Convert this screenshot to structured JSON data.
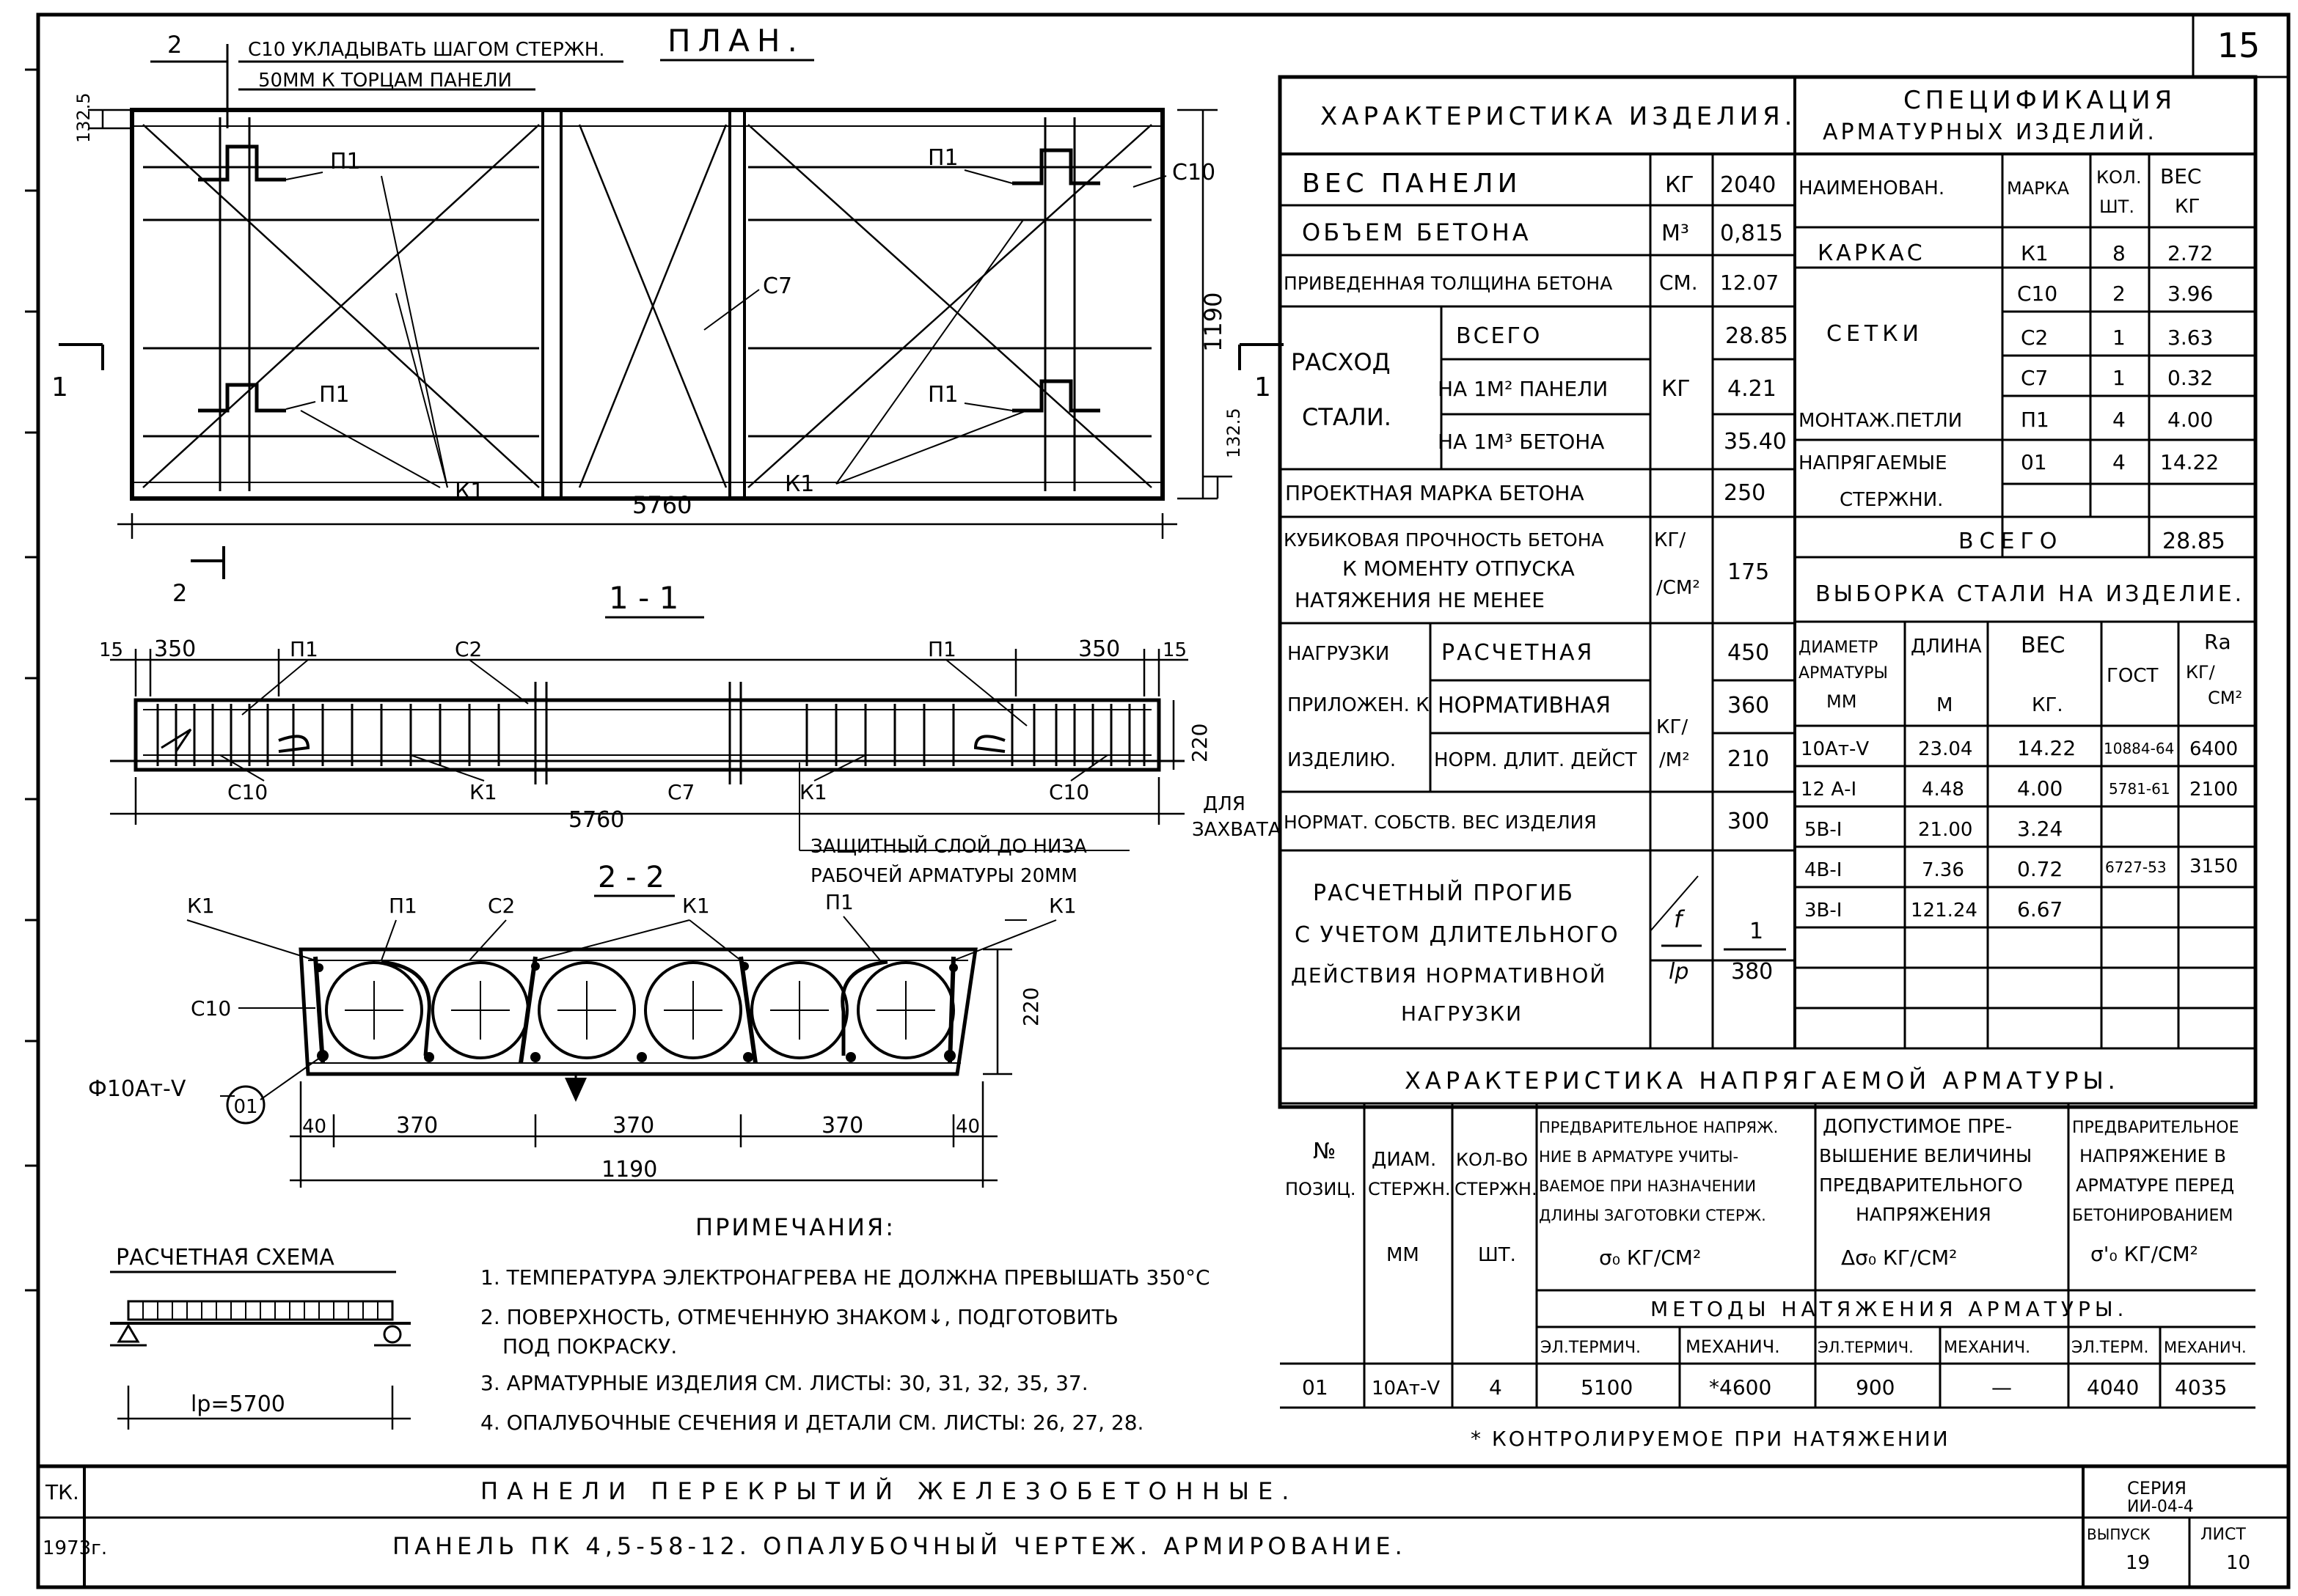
{
  "sheet_number": "15",
  "plan": {
    "title": "ПЛАН.",
    "note_line1": "С10 УКЛАДЫВАТЬ ШАГОМ СТЕРЖН.",
    "note_line2": "50ММ К ТОРЦАМ ПАНЕЛИ",
    "section2": "2",
    "section1": "1",
    "p1": "П1",
    "c10": "С10",
    "c7": "С7",
    "k1": "К1",
    "length": "5760",
    "width": "1190",
    "offset": "132.5"
  },
  "section_1_1": {
    "title": "1 - 1",
    "dims": [
      "15",
      "350",
      "350",
      "15"
    ],
    "length": "5760",
    "height": "220",
    "labels": {
      "p1": "П1",
      "c2": "С2",
      "c10": "С10",
      "k1": "К1",
      "c7": "С7"
    },
    "grip_note_1": "ДЛЯ",
    "grip_note_2": "ЗАХВАТА",
    "cover_note_1": "ЗАЩИТНЫЙ СЛОЙ ДО НИЗА",
    "cover_note_2": "РАБОЧЕЙ АРМАТУРЫ 20ММ"
  },
  "section_2_2": {
    "title": "2 - 2",
    "labels": {
      "k1": "К1",
      "p1": "П1",
      "c2": "С2",
      "c10": "С10"
    },
    "rebar": "Ф10Ат-V",
    "mark": "01",
    "dims": [
      "40",
      "370",
      "370",
      "370",
      "40"
    ],
    "total": "1190",
    "height": "220"
  },
  "calc_scheme": {
    "title": "РАСЧЕТНАЯ СХЕМА",
    "span": "lр=5700"
  },
  "notes": {
    "title": "ПРИМЕЧАНИЯ:",
    "items": [
      "1. ТЕМПЕРАТУРА ЭЛЕКТРОНАГРЕВА НЕ ДОЛЖНА ПРЕВЫШАТЬ 350°С",
      "2. ПОВЕРХНОСТЬ, ОТМЕЧЕННУЮ ЗНАКОМ↓, ПОДГОТОВИТЬ",
      "ПОД ПОКРАСКУ.",
      "3. АРМАТУРНЫЕ ИЗДЕЛИЯ СМ. ЛИСТЫ: 30, 31, 32, 35, 37.",
      "4. ОПАЛУБОЧНЫЕ СЕЧЕНИЯ И ДЕТАЛИ СМ. ЛИСТЫ: 26, 27, 28."
    ]
  },
  "char_table": {
    "title": "ХАРАКТЕРИСТИКА ИЗДЕЛИЯ.",
    "rows": {
      "weight": {
        "label": "ВЕС ПАНЕЛИ",
        "unit": "КГ",
        "value": "2040"
      },
      "volume": {
        "label": "ОБЪЕМ БЕТОНА",
        "unit": "М³",
        "value": "0,815"
      },
      "thickness": {
        "label": "ПРИВЕДЕННАЯ ТОЛЩИНА БЕТОНА",
        "unit": "СМ.",
        "value": "12.07"
      },
      "steel_label_1": "РАСХОД",
      "steel_label_2": "СТАЛИ.",
      "steel_unit": "КГ",
      "steel_total": {
        "label": "ВСЕГО",
        "value": "28.85"
      },
      "steel_per_m2": {
        "label": "НА 1М² ПАНЕЛИ",
        "value": "4.21"
      },
      "steel_per_m3": {
        "label": "НА 1М³ БЕТОНА",
        "value": "35.40"
      },
      "grade": {
        "label": "ПРОЕКТНАЯ МАРКА БЕТОНА",
        "value": "250"
      },
      "cube_1": "КУБИКОВАЯ ПРОЧНОСТЬ БЕТОНА",
      "cube_2": "К МОМЕНТУ ОТПУСКА",
      "cube_3": "НАТЯЖЕНИЯ НЕ МЕНЕЕ",
      "cube_unit_1": "КГ/",
      "cube_unit_2": "/СМ²",
      "cube_value": "175",
      "load_label_1": "НАГРУЗКИ",
      "load_label_2": "ПРИЛОЖЕН. К",
      "load_label_3": "ИЗДЕЛИЮ.",
      "load_unit_1": "КГ/",
      "load_unit_2": "/М²",
      "load_calc": {
        "label": "РАСЧЕТНАЯ",
        "value": "450"
      },
      "load_norm": {
        "label": "НОРМАТИВНАЯ",
        "value": "360"
      },
      "load_long": {
        "label": "НОРМ. ДЛИТ. ДЕЙСТ",
        "value": "210"
      },
      "self_weight": {
        "label": "НОРМАТ. СОБСТВ. ВЕС ИЗДЕЛИЯ",
        "value": "300"
      },
      "defl_1": "РАСЧЕТНЫЙ ПРОГИБ",
      "defl_2": "С УЧЕТОМ ДЛИТЕЛЬНОГО",
      "defl_3": "ДЕЙСТВИЯ НОРМАТИВНОЙ",
      "defl_4": "НАГРУЗКИ",
      "defl_unit_top": "f",
      "defl_unit_bot": "lр",
      "defl_value_top": "1",
      "defl_value_bot": "380"
    }
  },
  "spec_table": {
    "title_1": "СПЕЦИФИКАЦИЯ",
    "title_2": "АРМАТУРНЫХ ИЗДЕЛИЙ.",
    "headers": [
      "НАИМЕНОВАН.",
      "МАРКА",
      "КОЛ. ШТ.",
      "ВЕС КГ"
    ],
    "rows": [
      {
        "name": "КАРКАС",
        "mark": "К1",
        "qty": "8",
        "weight": "2.72"
      },
      {
        "name": "СЕТКИ",
        "mark": "С10",
        "qty": "2",
        "weight": "3.96"
      },
      {
        "name": "",
        "mark": "С2",
        "qty": "1",
        "weight": "3.63"
      },
      {
        "name": "",
        "mark": "С7",
        "qty": "1",
        "weight": "0.32"
      },
      {
        "name": "МОНТАЖ.ПЕТЛИ",
        "mark": "П1",
        "qty": "4",
        "weight": "4.00"
      },
      {
        "name": "НАПРЯГАЕМЫЕ СТЕРЖНИ.",
        "mark": "01",
        "qty": "4",
        "weight": "14.22"
      }
    ],
    "total_label": "ВСЕГО",
    "total_value": "28.85"
  },
  "steel_table": {
    "title": "ВЫБОРКА СТАЛИ НА ИЗДЕЛИЕ.",
    "headers": {
      "diam": "ДИАМЕТР АРМАТУРЫ ММ",
      "length": "ДЛИНА М",
      "weight": "ВЕС КГ.",
      "gost": "ГОСТ",
      "ra": "Rа КГ/СМ²"
    },
    "rows": [
      {
        "diam": "10Ат-V",
        "length": "23.04",
        "weight": "14.22",
        "gost": "10884-64",
        "ra": "6400"
      },
      {
        "diam": "12 А-I",
        "length": "4.48",
        "weight": "4.00",
        "gost": "5781-61",
        "ra": "2100"
      },
      {
        "diam": "5В-I",
        "length": "21.00",
        "weight": "3.24",
        "gost": "",
        "ra": ""
      },
      {
        "diam": "4В-I",
        "length": "7.36",
        "weight": "0.72",
        "gost": "6727-53",
        "ra": "3150"
      },
      {
        "diam": "3В-I",
        "length": "121.24",
        "weight": "6.67",
        "gost": "",
        "ra": ""
      }
    ]
  },
  "tension_table": {
    "title": "ХАРАКТЕРИСТИКА НАПРЯГАЕМОЙ АРМАТУРЫ.",
    "h_pos": [
      "№",
      "ПОЗИЦ."
    ],
    "h_diam": [
      "ДИАМ.",
      "СТЕРЖН.",
      "ММ"
    ],
    "h_qty": [
      "КОЛ-ВО",
      "СТЕРЖН.",
      "ШТ."
    ],
    "h_pre": [
      "ПРЕДВАРИТЕЛЬНОЕ НАПРЯЖ.",
      "НИЕ В АРМАТУРЕ УЧИТЫ-",
      "ВАЕМОЕ ПРИ НАЗНАЧЕНИИ",
      "ДЛИНЫ ЗАГОТОВКИ СТЕРЖ.",
      "σ₀ КГ/СМ²"
    ],
    "h_exc": [
      "ДОПУСТИМОЕ ПРЕ-",
      "ВЫШЕНИЕ ВЕЛИЧИНЫ",
      "ПРЕДВАРИТЕЛЬНОГО",
      "НАПРЯЖЕНИЯ",
      "Δσ₀ КГ/СМ²"
    ],
    "h_bef": [
      "ПРЕДВАРИТЕЛЬНОЕ",
      "НАПРЯЖЕНИЕ В",
      "АРМАТУРЕ ПЕРЕД",
      "БЕТОНИРОВАНИЕМ",
      "σ'₀ КГ/СМ²"
    ],
    "methods": "МЕТОДЫ НАТЯЖЕНИЯ АРМАТУРЫ.",
    "m_heads": [
      "ЭЛ.ТЕРМИЧ.",
      "МЕХАНИЧ.",
      "ЭЛ.ТЕРМИЧ.",
      "МЕХАНИЧ.",
      "ЭЛ.ТЕРМ.",
      "МЕХАНИЧ."
    ],
    "row": {
      "pos": "01",
      "diam": "10Ат-V",
      "qty": "4",
      "v1": "5100",
      "v2": "*4600",
      "v3": "900",
      "v4": "—",
      "v5": "4040",
      "v6": "4035"
    },
    "footnote": "* КОНТРОЛИРУЕМОЕ ПРИ НАТЯЖЕНИИ"
  },
  "title_block": {
    "tk": "ТК.",
    "year": "1973г.",
    "line1": "ПАНЕЛИ ПЕРЕКРЫТИЙ ЖЕЛЕЗОБЕТОННЫЕ.",
    "line2": "ПАНЕЛЬ ПК 4,5-58-12. ОПАЛУБОЧНЫЙ ЧЕРТЕЖ. АРМИРОВАНИЕ.",
    "series_label": "СЕРИЯ",
    "series": "ИИ-04-4",
    "issue_label": "ВЫПУСК",
    "issue": "19",
    "sheet_label": "ЛИСТ",
    "sheet": "10"
  }
}
